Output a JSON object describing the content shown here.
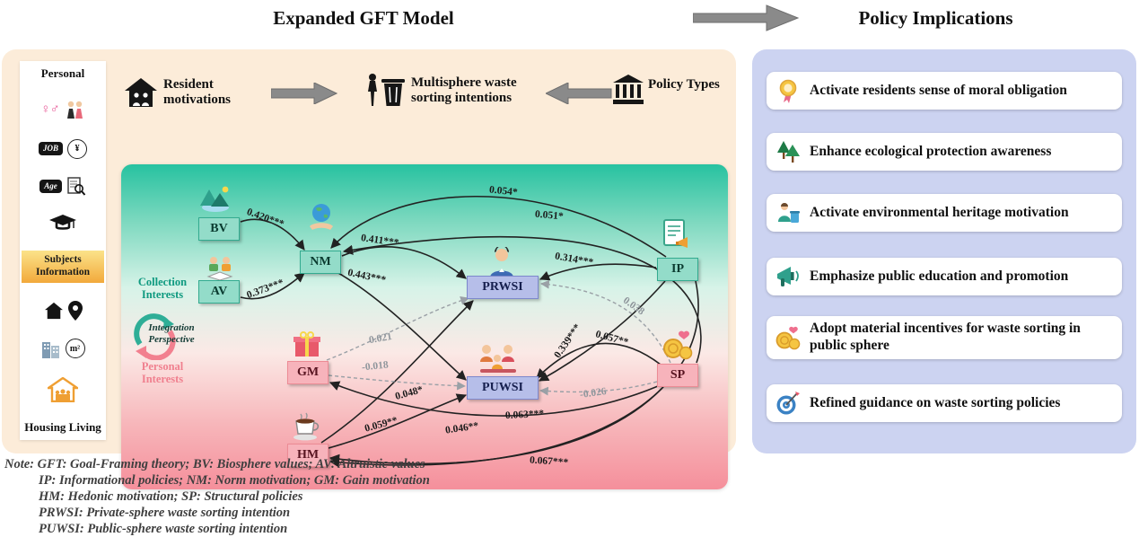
{
  "titles": {
    "left": "Expanded GFT Model",
    "right": "Policy Implications"
  },
  "header": {
    "resident": "Resident motivations",
    "multisphere": "Multisphere waste sorting intentions",
    "policy": "Policy Types"
  },
  "sidebar": {
    "top_label": "Personal",
    "middle_label_1": "Subjects",
    "middle_label_2": "Information",
    "bottom_label": "Housing Living",
    "badges": {
      "gender": "♀♂",
      "job": "JOB",
      "yen": "¥",
      "age": "Age",
      "m2": "m²"
    }
  },
  "model": {
    "perspective_labels": {
      "collection": "Collection Interests",
      "integration": "Integration Perspective",
      "personal": "Personal Interests"
    },
    "nodes": [
      {
        "id": "BV",
        "label": "BV",
        "type": "teal"
      },
      {
        "id": "NM",
        "label": "NM",
        "type": "teal"
      },
      {
        "id": "AV",
        "label": "AV",
        "type": "teal"
      },
      {
        "id": "PRWSI",
        "label": "PRWSI",
        "type": "purple"
      },
      {
        "id": "IP",
        "label": "IP",
        "type": "teal"
      },
      {
        "id": "GM",
        "label": "GM",
        "type": "pink"
      },
      {
        "id": "PUWSI",
        "label": "PUWSI",
        "type": "purple"
      },
      {
        "id": "HM",
        "label": "HM",
        "type": "pink"
      },
      {
        "id": "SP",
        "label": "SP",
        "type": "pink"
      }
    ],
    "edges": [
      {
        "from": "BV",
        "to": "NM",
        "label": "0.420***",
        "significant": true
      },
      {
        "from": "NM",
        "to": "PRWSI",
        "label": "0.411***",
        "significant": true
      },
      {
        "from": "AV",
        "to": "NM",
        "label": "0.373***",
        "significant": true
      },
      {
        "from": "NM",
        "to": "PUWSI",
        "label": "0.443***",
        "significant": true
      },
      {
        "from": "IP",
        "to": "NM",
        "label": "0.054*",
        "significant": true
      },
      {
        "from": "SP",
        "to": "NM",
        "label": "0.051*",
        "significant": true
      },
      {
        "from": "IP",
        "to": "PRWSI",
        "label": "0.314***",
        "significant": true
      },
      {
        "from": "GM",
        "to": "PRWSI",
        "label": "0.021",
        "significant": false
      },
      {
        "from": "GM",
        "to": "PUWSI",
        "label": "-0.018",
        "significant": false
      },
      {
        "from": "HM",
        "to": "PRWSI",
        "label": "0.048*",
        "significant": true
      },
      {
        "from": "SP",
        "to": "PUWSI",
        "label": "0.339***",
        "significant": true
      },
      {
        "from": "IP",
        "to": "PUWSI",
        "label": "0.057**",
        "significant": true
      },
      {
        "from": "SP",
        "to": "PRWSI",
        "label": "0.038",
        "significant": false
      },
      {
        "from": "SP",
        "to": "PUWSI",
        "label": "-0.026",
        "significant": false
      },
      {
        "from": "HM",
        "to": "PUWSI",
        "label": "0.059**",
        "significant": true
      },
      {
        "from": "IP",
        "to": "HM",
        "label": "0.046**",
        "significant": true
      },
      {
        "from": "SP",
        "to": "GM",
        "label": "0.063***",
        "significant": true
      },
      {
        "from": "SP",
        "to": "HM",
        "label": "0.067***",
        "significant": true
      }
    ]
  },
  "policy_implications": [
    {
      "icon": "medal-icon",
      "text": "Activate residents sense of moral obligation"
    },
    {
      "icon": "trees-icon",
      "text": "Enhance ecological protection awareness"
    },
    {
      "icon": "child-recycling-icon",
      "text": "Activate environmental heritage motivation"
    },
    {
      "icon": "megaphone-icon",
      "text": "Emphasize public education and promotion"
    },
    {
      "icon": "coins-heart-icon",
      "text": "Adopt material incentives for  waste sorting in public sphere"
    },
    {
      "icon": "target-dart-icon",
      "text": "Refined guidance on waste sorting policies"
    }
  ],
  "notes": [
    "Note: GFT: Goal-Framing theory;  BV: Biosphere values;   AV: Altruistic values",
    "IP: Informational policies;  NM: Norm motivation;  GM: Gain motivation",
    "HM: Hedonic motivation;  SP: Structural policies",
    "PRWSI: Private-sphere waste sorting intention",
    "PUWSI: Public-sphere waste sorting intention"
  ],
  "colors": {
    "left_panel_bg": "#fcecd9",
    "right_panel_bg": "#ccd3f1",
    "teal_node": "#93dcc9",
    "purple_node": "#b6bee9",
    "pink_node": "#f7b3bb",
    "gradient_top": "#27c2a0",
    "gradient_bottom": "#f58f9b",
    "collection_text": "#0f9a80",
    "personal_text": "#f0808f",
    "ns_edge": "#8f969c",
    "arrow_gray": "#8a8a8a"
  }
}
